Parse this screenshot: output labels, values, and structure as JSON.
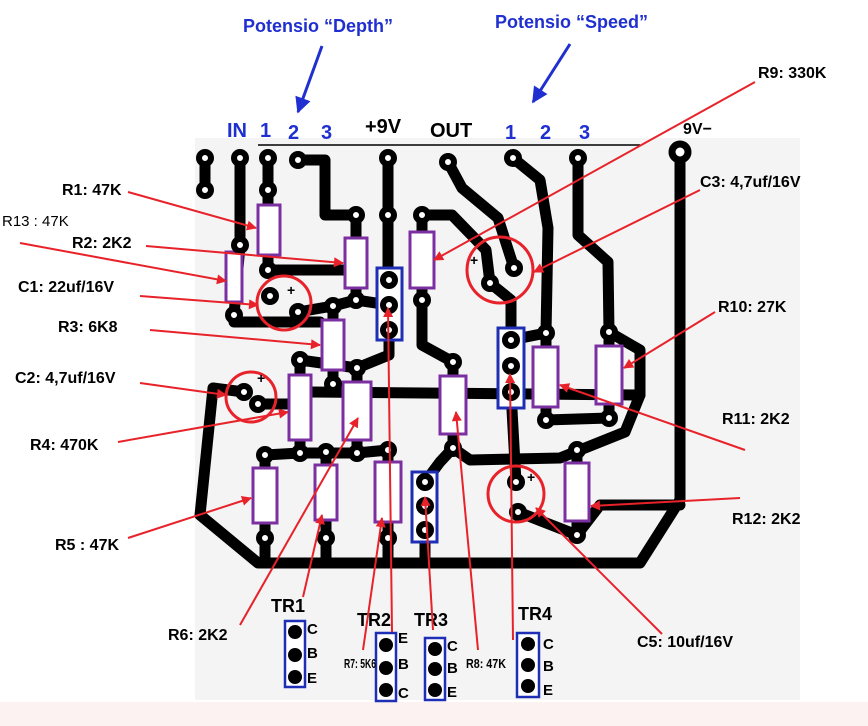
{
  "potentiometers": {
    "depth": "Potensio “Depth”",
    "speed": "Potensio “Speed”"
  },
  "header": {
    "in": "IN",
    "depth_1": "1",
    "depth_2": "2",
    "depth_3": "3",
    "supply": "+9V",
    "out": "OUT",
    "speed_1": "1",
    "speed_2": "2",
    "speed_3": "3",
    "battery": "9V−"
  },
  "components": {
    "r1": "R1: 47K",
    "r2": "R2: 2K2",
    "r3": "R3: 6K8",
    "r4": "R4: 470K",
    "r5": "R5 : 47K",
    "r6": "R6: 2K2",
    "r7": "R7: 5K6",
    "r8": "R8: 47K",
    "r9": "R9: 330K",
    "r10": "R10: 27K",
    "r11": "R11: 2K2",
    "r12": "R12: 2K2",
    "r13": "R13 : 47K",
    "c1": "C1: 22uf/16V",
    "c2": "C2: 4,7uf/16V",
    "c3": "C3: 4,7uf/16V",
    "c5": "C5: 10uf/16V"
  },
  "transistors": [
    {
      "name": "TR1",
      "pins": [
        "C",
        "B",
        "E"
      ]
    },
    {
      "name": "TR2",
      "pins": [
        "E",
        "B",
        "C"
      ]
    },
    {
      "name": "TR3",
      "pins": [
        "C",
        "B",
        "E"
      ]
    },
    {
      "name": "TR4",
      "pins": [
        "C",
        "B",
        "E"
      ]
    }
  ],
  "capacitor_polarity": "+",
  "colors": {
    "copper_trace": "#000000",
    "resistor_outline": "#7b2fa0",
    "transistor_outline": "#1f2fb5",
    "annotation": "#e8222a",
    "potentiometer_label": "#1f2fd0"
  }
}
